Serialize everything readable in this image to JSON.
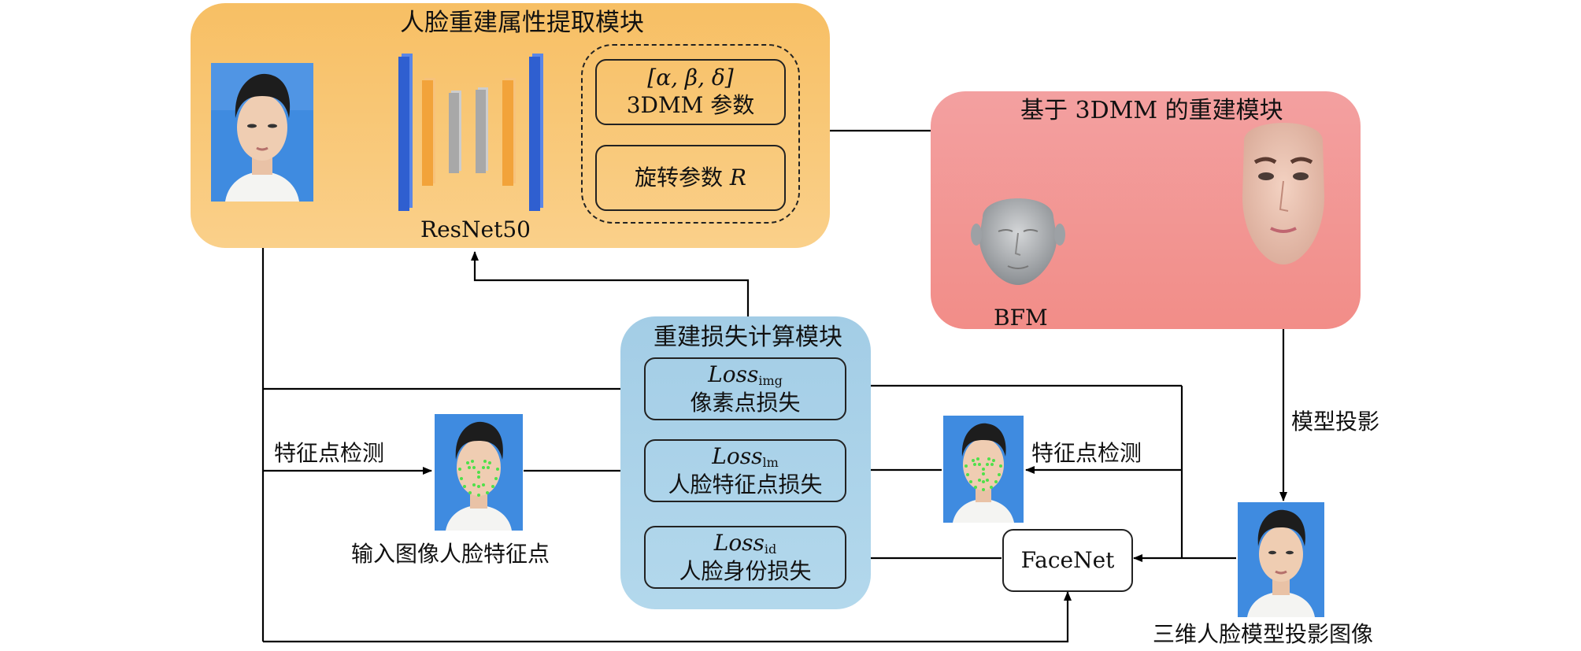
{
  "modules": {
    "extraction_title": "人脸重建属性提取模块",
    "reconstruction_title": "基于 3DMM 的重建模块",
    "loss_title": "重建损失计算模块"
  },
  "extraction": {
    "params_line1": "[α, β, δ]",
    "params_line2": "3DMM 参数",
    "rotation_label": "旋转参数",
    "rotation_symbol": "R",
    "backbone": "ResNet50"
  },
  "reconstruction": {
    "bfm_label": "BFM"
  },
  "losses": [
    {
      "name": "Loss",
      "sub": "img",
      "desc": "像素点损失"
    },
    {
      "name": "Loss",
      "sub": "lm",
      "desc": "人脸特征点损失"
    },
    {
      "name": "Loss",
      "sub": "id",
      "desc": "人脸身份损失"
    }
  ],
  "labels": {
    "landmark_detect_left": "特征点检测",
    "landmark_detect_right": "特征点检测",
    "input_landmarks_caption": "输入图像人脸特征点",
    "model_projection": "模型投影",
    "projection_caption": "三维人脸模型投影图像",
    "facenet": "FaceNet"
  },
  "colors": {
    "extraction_panel": "#f9c46d",
    "reconstruction_panel": "#f3908e",
    "loss_panel": "#a9d2e8",
    "resnet_blue": "#2f5fd0",
    "resnet_orange": "#f2a33a",
    "resnet_gray": "#a8a8a8"
  }
}
